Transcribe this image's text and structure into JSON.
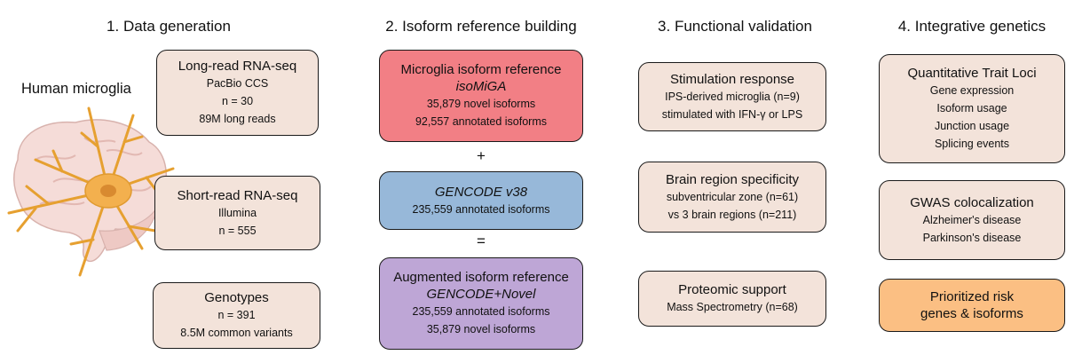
{
  "columns": [
    {
      "title": "1. Data generation"
    },
    {
      "title": "2. Isoform reference building"
    },
    {
      "title": "3. Functional validation"
    },
    {
      "title": "4. Integrative genetics"
    }
  ],
  "left_label": "Human microglia",
  "col1": {
    "long_read": {
      "title": "Long-read RNA-seq",
      "lines": [
        "PacBio CCS",
        "n = 30",
        "89M long reads"
      ]
    },
    "short_read": {
      "title": "Short-read RNA-seq",
      "lines": [
        "Illumina",
        "n = 555"
      ]
    },
    "genotypes": {
      "title": "Genotypes",
      "lines": [
        "n = 391",
        "8.5M common variants"
      ]
    }
  },
  "col2": {
    "microglia_ref": {
      "title": "Microglia isoform reference",
      "subtitle": "isoMiGA",
      "lines": [
        "35,879 novel isoforms",
        "92,557 annotated isoforms"
      ]
    },
    "plus": "+",
    "gencode": {
      "title": "GENCODE v38",
      "lines": [
        "235,559 annotated isoforms"
      ]
    },
    "equals": "=",
    "augmented": {
      "title": "Augmented isoform reference",
      "subtitle": "GENCODE+Novel",
      "lines": [
        "235,559 annotated isoforms",
        "35,879 novel isoforms"
      ]
    }
  },
  "col3": {
    "stimulation": {
      "title": "Stimulation response",
      "lines": [
        "IPS-derived microglia (n=9)",
        "stimulated with IFN-γ or LPS"
      ]
    },
    "brain_region": {
      "title": "Brain region specificity",
      "lines": [
        "subventricular zone (n=61)",
        "vs 3 brain regions (n=211)"
      ]
    },
    "proteomic": {
      "title": "Proteomic support",
      "lines": [
        "Mass Spectrometry (n=68)"
      ]
    }
  },
  "col4": {
    "qtl": {
      "title": "Quantitative Trait Loci",
      "lines": [
        "Gene expression",
        "Isoform usage",
        "Junction usage",
        "Splicing events"
      ]
    },
    "gwas": {
      "title": "GWAS colocalization",
      "lines": [
        "Alzheimer's disease",
        "Parkinson's disease"
      ]
    },
    "prioritized": {
      "title_lines": [
        "Prioritized risk",
        "genes & isoforms"
      ]
    }
  },
  "colors": {
    "beige": "#f3e3da",
    "red": "#f27f85",
    "blue": "#97b8d9",
    "purple": "#bea6d6",
    "orange": "#fbbf83",
    "neuron": "#f3b04e"
  }
}
